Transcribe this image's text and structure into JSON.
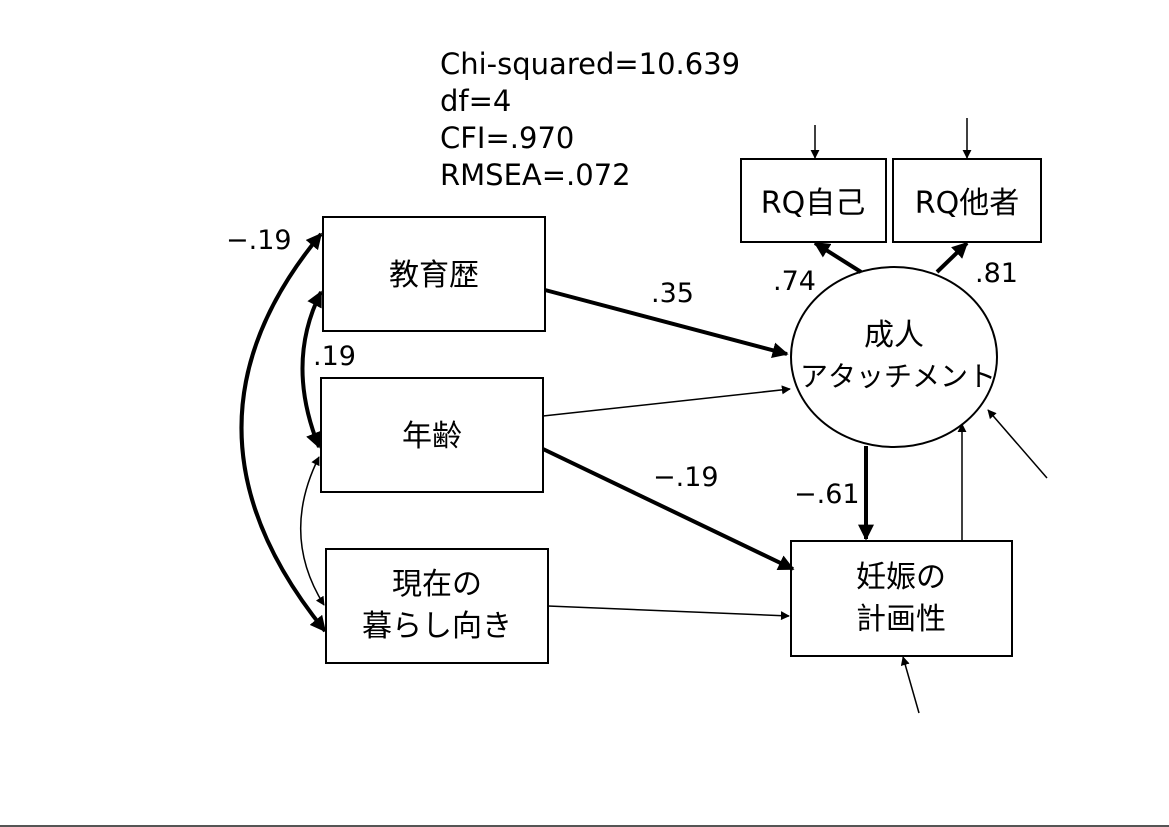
{
  "fit_stats": [
    "Chi-squared=10.639",
    "df=4",
    "CFI=.970",
    "RMSEA=.072"
  ],
  "nodes": {
    "education": "教育歴",
    "age": "年齢",
    "living_line1": "現在の",
    "living_line2": "暮らし向き",
    "rq_self": "RQ自己",
    "rq_other": "RQ他者",
    "attachment_line1": "成人",
    "attachment_line2": "アタッチメント",
    "pregnancy_line1": "妊娠の",
    "pregnancy_line2": "計画性"
  },
  "coefficients": {
    "education_living": "−.19",
    "education_age": ".19",
    "education_attachment": ".35",
    "age_pregnancy": "−.19",
    "attachment_pregnancy": "−.61",
    "attachment_rq_self": ".74",
    "attachment_rq_other": ".81"
  }
}
